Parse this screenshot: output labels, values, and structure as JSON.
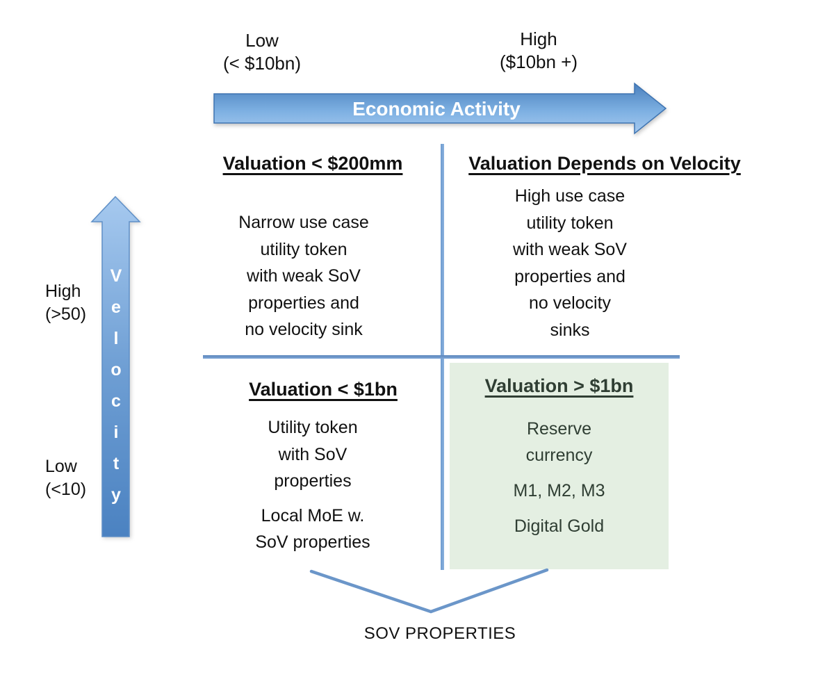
{
  "diagram": {
    "x_axis": {
      "label": "Economic Activity",
      "left_tick": "Low\n(< $10bn)",
      "right_tick": "High\n($10bn +)"
    },
    "y_axis": {
      "label": "Velocity",
      "top_tick": "High\n(>50)",
      "bottom_tick": "Low\n(<10)"
    },
    "bottom_axis": {
      "label": "SOV PROPERTIES"
    },
    "quadrants": {
      "top_left": {
        "title": "Valuation < $200mm",
        "body": "Narrow use case\nutility token\nwith weak SoV\nproperties and\nno velocity sink"
      },
      "top_right": {
        "title": "Valuation Depends on Velocity",
        "body": "High use case\nutility token\nwith weak SoV\nproperties and\nno velocity\nsinks"
      },
      "bottom_left": {
        "title": "Valuation < $1bn",
        "paragraphs": [
          "Utility token\nwith SoV\nproperties",
          "Local MoE w.\nSoV properties"
        ]
      },
      "bottom_right": {
        "title": "Valuation > $1bn",
        "items": [
          "Reserve\ncurrency",
          "M1, M2, M3",
          "Digital Gold"
        ]
      }
    },
    "colors": {
      "arrow_gradient_dark": "#4b80bd",
      "arrow_gradient_light": "#a7caf0",
      "divider_blue": "#6b96c9",
      "highlight_green_bg": "#e4efe2",
      "highlight_green_text": "#2f3e33",
      "arrow_label_text": "#ffffff",
      "body_text": "#111111"
    }
  }
}
